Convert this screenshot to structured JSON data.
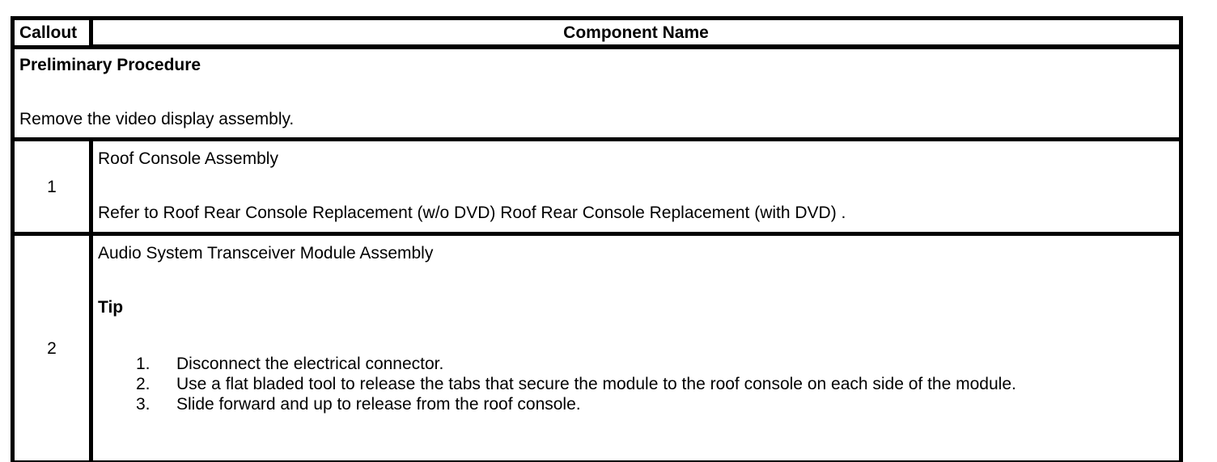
{
  "header": {
    "callout": "Callout",
    "component": "Component Name"
  },
  "preliminary": {
    "title": "Preliminary Procedure",
    "body": "Remove the video display assembly."
  },
  "rows": [
    {
      "callout": "1",
      "name": "Roof Console Assembly",
      "note": "Refer to Roof Rear Console Replacement (w/o DVD) Roof Rear Console Replacement (with DVD) ."
    },
    {
      "callout": "2",
      "name": "Audio System Transceiver Module Assembly",
      "tip_label": "Tip",
      "steps": [
        {
          "num": "1.",
          "text": "Disconnect the electrical connector."
        },
        {
          "num": "2.",
          "text": "Use a flat bladed tool to release the tabs that secure the module to the roof console on each side of the module."
        },
        {
          "num": "3.",
          "text": "Slide forward and up to release from the roof console."
        }
      ]
    }
  ],
  "colors": {
    "border": "#000000",
    "text": "#000000",
    "background": "#ffffff"
  }
}
